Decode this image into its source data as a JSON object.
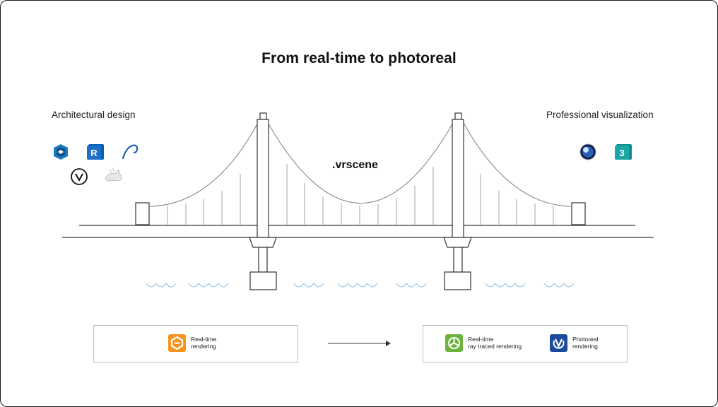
{
  "title": "From real-time to photoreal",
  "left_group": {
    "label": "Architectural design",
    "icons": [
      "sketchup-icon",
      "revit-icon",
      "archicad-icon",
      "vectorworks-icon",
      "rhino-icon"
    ]
  },
  "right_group": {
    "label": "Professional visualization",
    "icons": [
      "cinema4d-icon",
      "3dsmax-icon"
    ]
  },
  "bridge_label": ".vrscene",
  "flow": {
    "realtime": {
      "line1": "Real-time",
      "line2": "rendering"
    },
    "raytraced": {
      "line1": "Real-time",
      "line2": "ray traced rendering"
    },
    "photoreal": {
      "line1": "Photoreal",
      "line2": "rendering"
    }
  },
  "colors": {
    "water": "#9ec9ea",
    "enscape_orange": "#f7941d",
    "vantage_green": "#6cb33f",
    "vray_blue": "#1c4b9c",
    "revit_blue": "#1e6fc7",
    "sketchup_blue": "#1a7ac0",
    "max_teal": "#1aa7a6"
  }
}
